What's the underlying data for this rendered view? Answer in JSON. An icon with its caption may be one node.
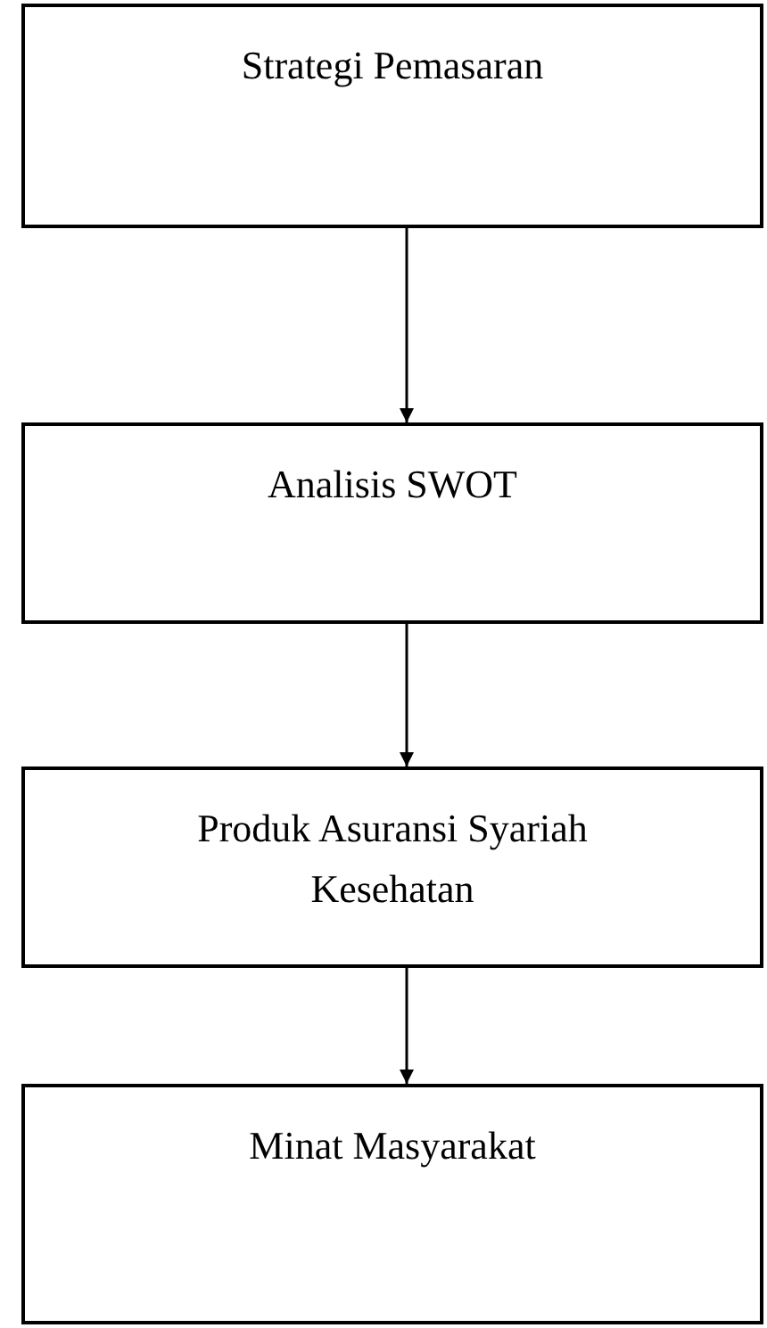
{
  "diagram": {
    "nodes": [
      {
        "text": [
          "Strategi Pemasaran"
        ]
      },
      {
        "text": [
          "Analisis SWOT"
        ]
      },
      {
        "text": [
          "Produk Asuransi Syariah Kesehatan"
        ]
      },
      {
        "text": [
          "Minat Masyarakat"
        ]
      }
    ],
    "edges": [
      {
        "from": 0,
        "to": 1,
        "arrow": "to"
      },
      {
        "from": 1,
        "to": 2,
        "arrow": "to"
      },
      {
        "from": 2,
        "to": 3,
        "arrow": "to"
      }
    ]
  }
}
